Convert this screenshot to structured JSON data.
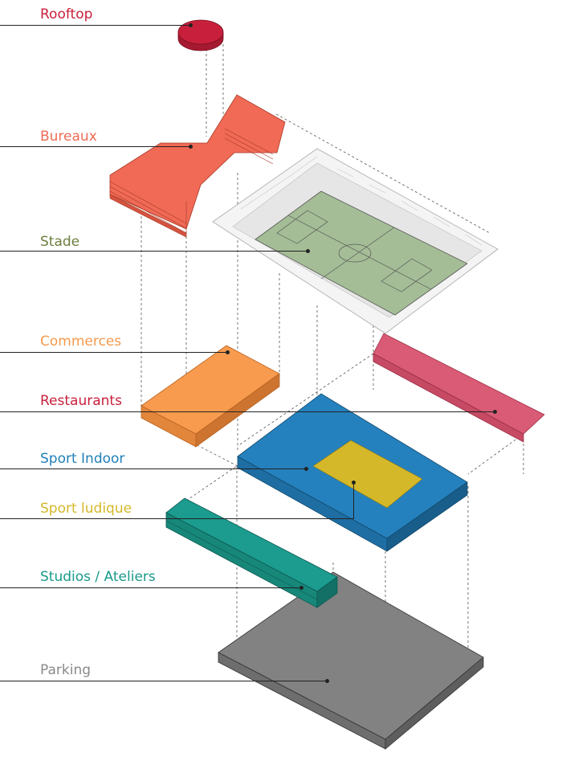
{
  "layers": [
    {
      "id": "rooftop",
      "label": "Rooftop",
      "color": "#c8203c"
    },
    {
      "id": "bureaux",
      "label": "Bureaux",
      "color": "#ef6b55"
    },
    {
      "id": "stade",
      "label": "Stade",
      "color": "#6b7f3e"
    },
    {
      "id": "commerces",
      "label": "Commerces",
      "color": "#f59a4e"
    },
    {
      "id": "restaurants",
      "label": "Restaurants",
      "color": "#c8203c"
    },
    {
      "id": "sport-indoor",
      "label": "Sport Indoor",
      "color": "#1f7fb8"
    },
    {
      "id": "sport-ludique",
      "label": "Sport ludique",
      "color": "#d4b82a"
    },
    {
      "id": "studios",
      "label": "Studios / Ateliers",
      "color": "#1a9a8a"
    },
    {
      "id": "parking",
      "label": "Parking",
      "color": "#8a8a8a"
    }
  ],
  "fills": {
    "rooftop": "#c8203c",
    "bureaux": "#f06a55",
    "pitch": "#a4bd96",
    "commerces": "#f89b4f",
    "restaurants": "#d95b75",
    "sport_indoor": "#2581bd",
    "sport_ludique": "#d4b82a",
    "studios": "#1c9b8f",
    "parking": "#828282"
  }
}
